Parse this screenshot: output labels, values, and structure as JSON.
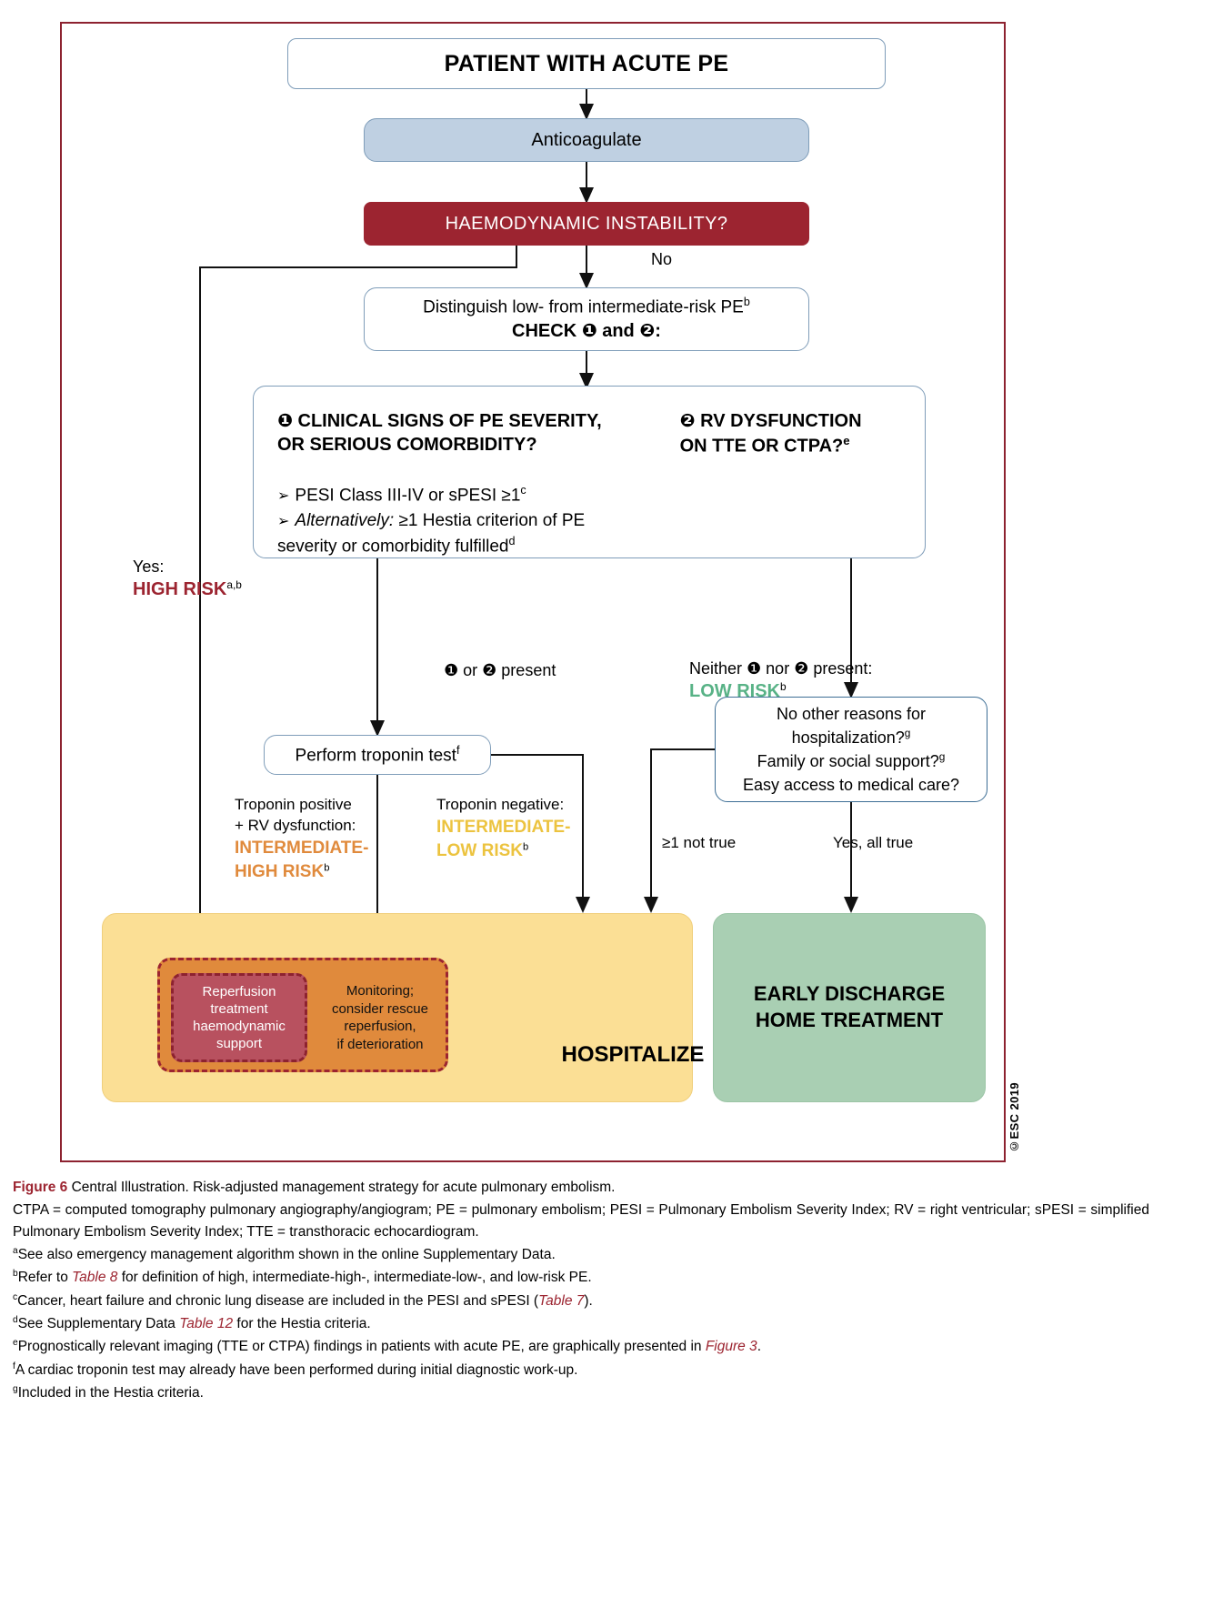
{
  "figure": {
    "credit": "©ESC 2019"
  },
  "nodes": {
    "patient": "PATIENT WITH ACUTE PE",
    "anticoagulate": "Anticoagulate",
    "haemodynamic": "HAEMODYNAMIC INSTABILITY?",
    "distinguish_line1": "Distinguish low- from intermediate-risk PE",
    "distinguish_line1_sup": "b",
    "distinguish_line2_pre": "CHECK ",
    "distinguish_line2_mid": " and ",
    "distinguish_line2_end": ":",
    "check1_title_line1": "CLINICAL SIGNS OF PE SEVERITY,",
    "check1_title_line2": "OR SERIOUS COMORBIDITY?",
    "check2_title_line1": "RV DYSFUNCTION",
    "check2_title_line2_pre": "ON TTE OR CTPA?",
    "check2_title_line2_sup": "e",
    "bullet1": "PESI Class III-IV or sPESI ≥1",
    "bullet1_sup": "c",
    "bullet2_ital": "Alternatively:",
    "bullet2_rest": " ≥1 Hestia criterion of PE",
    "bullet2_line2": "severity or comorbidity fulfilled",
    "bullet2_sup": "d",
    "troponin_test": "Perform troponin test",
    "troponin_test_sup": "f",
    "noother_line1_pre": "No other reasons for",
    "noother_line2_pre": "hospitalization?",
    "noother_line2_sup": "g",
    "noother_line3_pre": "Family or social support?",
    "noother_line3_sup": "g",
    "noother_line4": "Easy access to medical care?"
  },
  "labels": {
    "no": "No",
    "yes": "Yes:",
    "high_risk": "HIGH RISK",
    "high_risk_sup": "a,b",
    "one_or_two_present": " or ",
    "one_or_two_present_end": " present",
    "neither_pre": "Neither ",
    "neither_mid": " nor ",
    "neither_end": " present:",
    "low_risk": "LOW RISK",
    "low_risk_sup": "b",
    "troponin_positive_l1": "Troponin positive",
    "troponin_positive_l2": "+ RV dysfunction:",
    "intermediate_high_l1": "INTERMEDIATE-",
    "intermediate_high_l2": "HIGH RISK",
    "intermediate_high_sup": "b",
    "troponin_negative_l1": "Troponin negative:",
    "intermediate_low_l1": "INTERMEDIATE-",
    "intermediate_low_l2": "LOW RISK",
    "intermediate_low_sup": "b",
    "not_true": "≥1 not true",
    "all_true": "Yes, all true"
  },
  "outcomes": {
    "reperfusion_l1": "Reperfusion",
    "reperfusion_l2": "treatment",
    "reperfusion_l3": "haemodynamic",
    "reperfusion_l4": "support",
    "monitoring_l1": "Monitoring;",
    "monitoring_l2": "consider rescue",
    "monitoring_l3": "reperfusion,",
    "monitoring_l4": "if deterioration",
    "hospitalize": "HOSPITALIZE",
    "discharge_l1": "EARLY DISCHARGE",
    "discharge_l2": "HOME TREATMENT"
  },
  "colors": {
    "dark_red": "#9c2430",
    "light_blue": "#bfd0e2",
    "border_blue": "#7f9db9",
    "yellow_box": "#fbdf95",
    "orange_box": "#e08a3c",
    "red_box": "#b8515f",
    "green_box": "#a9cfb3",
    "low_risk_green": "#58b286",
    "intermediate_high_orange": "#e08a3c",
    "intermediate_low_yellow": "#ecc33f"
  },
  "caption": {
    "fig_label": "Figure 6",
    "title": " Central Illustration. Risk-adjusted management strategy for acute pulmonary embolism.",
    "abbrev_line": "CTPA = computed tomography pulmonary angiography/angiogram; PE = pulmonary embolism; PESI = Pulmonary Embolism Severity Index; RV = right ventricular; sPESI = simplified Pulmonary Embolism Severity Index; TTE = transthoracic echocardiogram.",
    "fn_a_sup": "a",
    "fn_a": "See also emergency management algorithm shown in the online Supplementary Data.",
    "fn_b_sup": "b",
    "fn_b_pre": "Refer to ",
    "fn_b_it": "Table 8",
    "fn_b_post": " for definition of high, intermediate-high-, intermediate-low-, and low-risk PE.",
    "fn_c_sup": "c",
    "fn_c_pre": "Cancer, heart failure and chronic lung disease are included in the PESI and sPESI (",
    "fn_c_it": "Table 7",
    "fn_c_post": ").",
    "fn_d_sup": "d",
    "fn_d_pre": "See Supplementary Data ",
    "fn_d_it": "Table 12",
    "fn_d_post": " for the Hestia criteria.",
    "fn_e_sup": "e",
    "fn_e_pre": "Prognostically relevant imaging (TTE or CTPA) findings in patients with acute PE, are graphically presented in ",
    "fn_e_it": "Figure 3",
    "fn_e_post": ".",
    "fn_f_sup": "f",
    "fn_f": "A cardiac troponin test may already have been performed during initial diagnostic work-up.",
    "fn_g_sup": "g",
    "fn_g": "Included in the Hestia criteria."
  }
}
